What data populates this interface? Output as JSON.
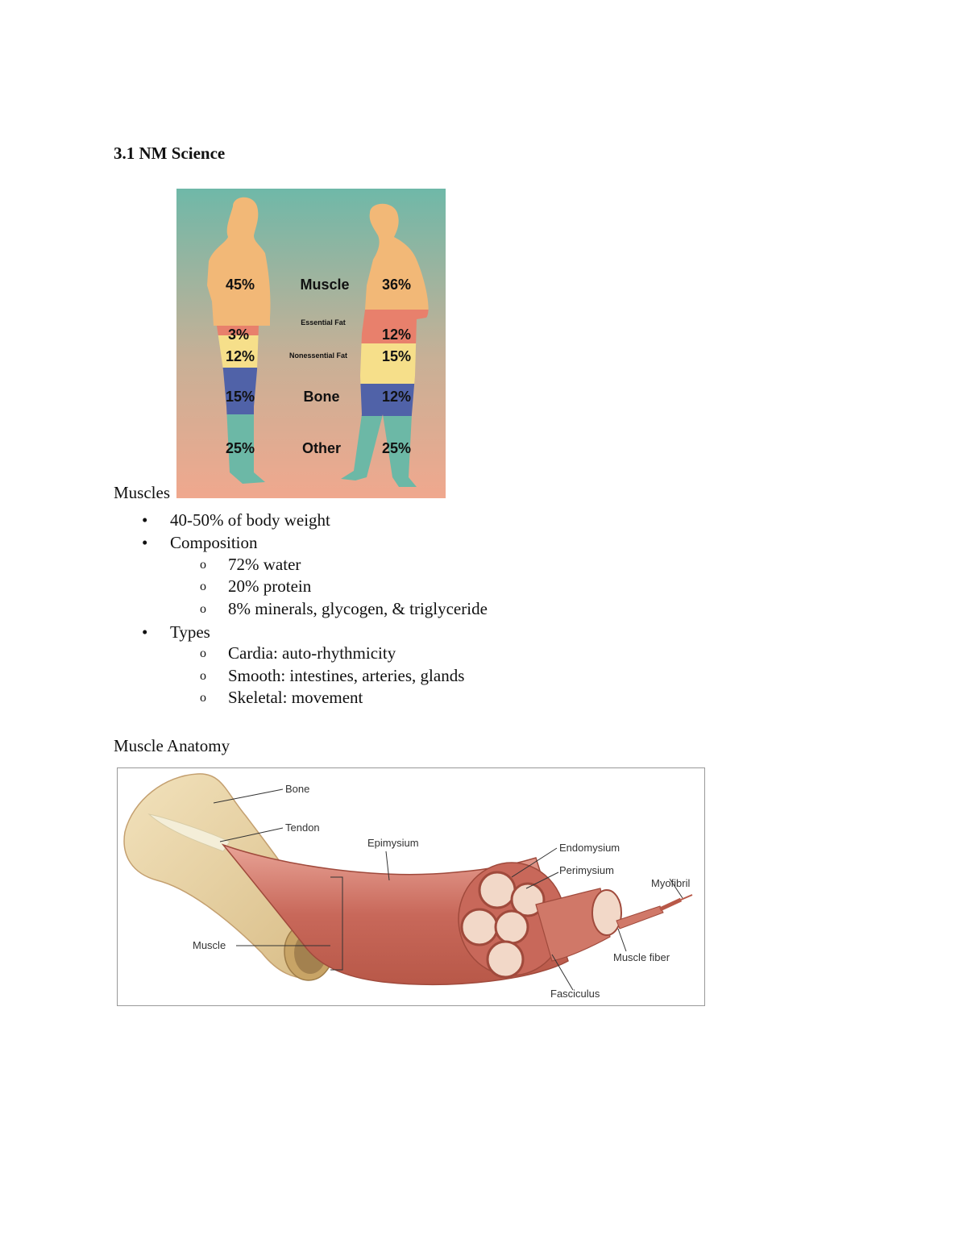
{
  "page": {
    "heading": "3.1 NM Science"
  },
  "composition_figure": {
    "rows": {
      "muscle": {
        "label": "Muscle",
        "male": "45%",
        "female": "36%"
      },
      "essential_fat": {
        "label": "Essential Fat",
        "male": "3%",
        "female": "12%"
      },
      "nonessential_fat": {
        "label": "Nonessential Fat",
        "male": "12%",
        "female": "15%"
      },
      "bone": {
        "label": "Bone",
        "male": "15%",
        "female": "12%"
      },
      "other": {
        "label": "Other",
        "male": "25%",
        "female": "25%"
      }
    },
    "colors": {
      "bg_top": "#6fb8a8",
      "bg_bottom": "#f0a88e",
      "skin": "#f2b877",
      "essential_fat": "#e8806c",
      "nonessential_fat": "#f6df8a",
      "bone": "#5062a8",
      "other": "#6cb8a6"
    }
  },
  "muscles_section": {
    "title": "Muscles",
    "items": [
      {
        "bullet": "•",
        "text": "40-50% of body weight"
      },
      {
        "bullet": "•",
        "text": "Composition"
      },
      {
        "bullet": "o",
        "text": "72% water"
      },
      {
        "bullet": "o",
        "text": "20% protein"
      },
      {
        "bullet": "o",
        "text": "8% minerals, glycogen, & triglyceride"
      },
      {
        "bullet": "•",
        "text": "Types"
      },
      {
        "bullet": "o",
        "text": "Cardia: auto-rhythmicity"
      },
      {
        "bullet": "o",
        "text": "Smooth: intestines, arteries, glands"
      },
      {
        "bullet": "o",
        "text": "Skeletal: movement"
      }
    ]
  },
  "anatomy_section": {
    "title": "Muscle Anatomy",
    "labels": {
      "bone": "Bone",
      "tendon": "Tendon",
      "epimysium": "Epimysium",
      "endomysium": "Endomysium",
      "perimysium": "Perimysium",
      "myofibril": "Myofibril",
      "muscle": "Muscle",
      "muscle_fiber": "Muscle fiber",
      "fasciculus": "Fasciculus"
    },
    "colors": {
      "muscle": "#c8685a",
      "muscle_light": "#e8a396",
      "bone": "#e8d2a6",
      "tendon": "#f4eed8"
    }
  }
}
